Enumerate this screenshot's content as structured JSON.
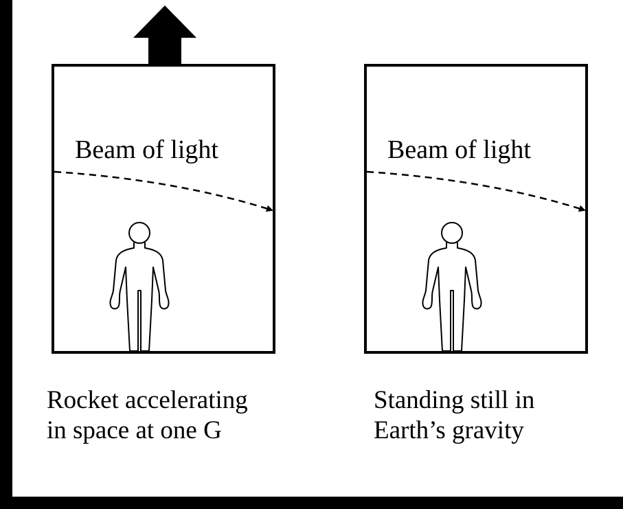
{
  "panels": [
    {
      "id": "rocket",
      "beam_label": "Beam of light",
      "caption_line1": "Rocket accelerating",
      "caption_line2": "in space at one G",
      "has_thrust_arrow": true
    },
    {
      "id": "earth",
      "beam_label": "Beam of light",
      "caption_line1": "Standing still in",
      "caption_line2": "Earth’s gravity",
      "has_thrust_arrow": false
    }
  ],
  "colors": {
    "ink": "#000000",
    "paper": "#ffffff",
    "frame": "#000000"
  }
}
